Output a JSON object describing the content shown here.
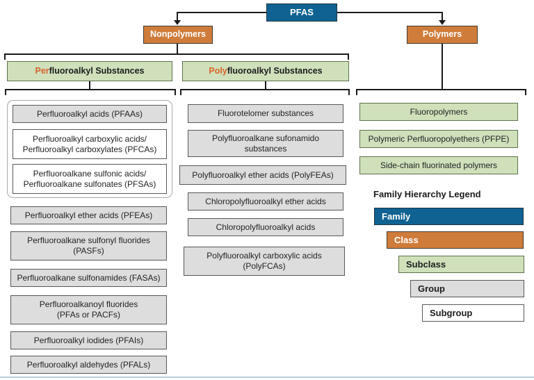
{
  "family": {
    "root_label": "PFAS"
  },
  "classes": {
    "nonpolymers": "Nonpolymers",
    "polymers": "Polymers"
  },
  "subclasses": {
    "perfluoroalkyl": {
      "prefix": "Per",
      "rest": "fluoroalkyl Substances"
    },
    "polyfluoroalkyl": {
      "prefix": "Poly",
      "rest": "fluoroalkyl Substances"
    }
  },
  "pfaa_group": {
    "header": "Perfluoroalkyl acids (PFAAs)",
    "subgroups": [
      "Perfluoroalkyl carboxylic acids/\nPerfluoroalkyl carboxylates (PFCAs)",
      "Perfluoroalkane sulfonic acids/\nPerfluoroalkane sulfonates (PFSAs)"
    ]
  },
  "perfluoro": {
    "groups": [
      "Perfluoroalkyl ether acids (PFEAs)",
      "Perfluoroalkane sulfonyl fluorides\n(PASFs)",
      "Perfluoroalkane sulfonamides (FASAs)",
      "Perfluoroalkanoyl fluorides\n(PFAs or PACFs)",
      "Perfluoroalkyl iodides (PFAIs)",
      "Perfluoroalkyl aldehydes (PFALs)"
    ]
  },
  "polyfluoro": {
    "groups": [
      "Fluorotelomer substances",
      "Polyfluoroalkane sufonamido\nsubstances",
      "Polyfluoroalkyl ether acids (PolyFEAs)",
      "Chloropolyfluoroalkyl ether acids",
      "Chloropolyfluoroalkyl acids",
      "Polyfluoroalkyl carboxylic acids\n(PolyFCAs)"
    ]
  },
  "polymers_branch": {
    "subclasses": [
      "Fluoropolymers",
      "Polymeric Perfluoropolyethers (PFPE)",
      "Side-chain fluorinated polymers"
    ]
  },
  "legend": {
    "title": "Family Hierarchy Legend",
    "items": {
      "family": "Family",
      "class": "Class",
      "subclass": "Subclass",
      "group": "Group",
      "subgroup": "Subgroup"
    }
  },
  "colors": {
    "family_blue": "#0f6292",
    "class_orange": "#cf7c3b",
    "subclass_green": "#cfe0bb",
    "group_gray": "#dddddd",
    "subgroup_white": "#ffffff",
    "accent_text_orange": "#d9632a",
    "connector_black": "#1a1a1a",
    "bottom_rule_blue": "#b8cdd9"
  }
}
